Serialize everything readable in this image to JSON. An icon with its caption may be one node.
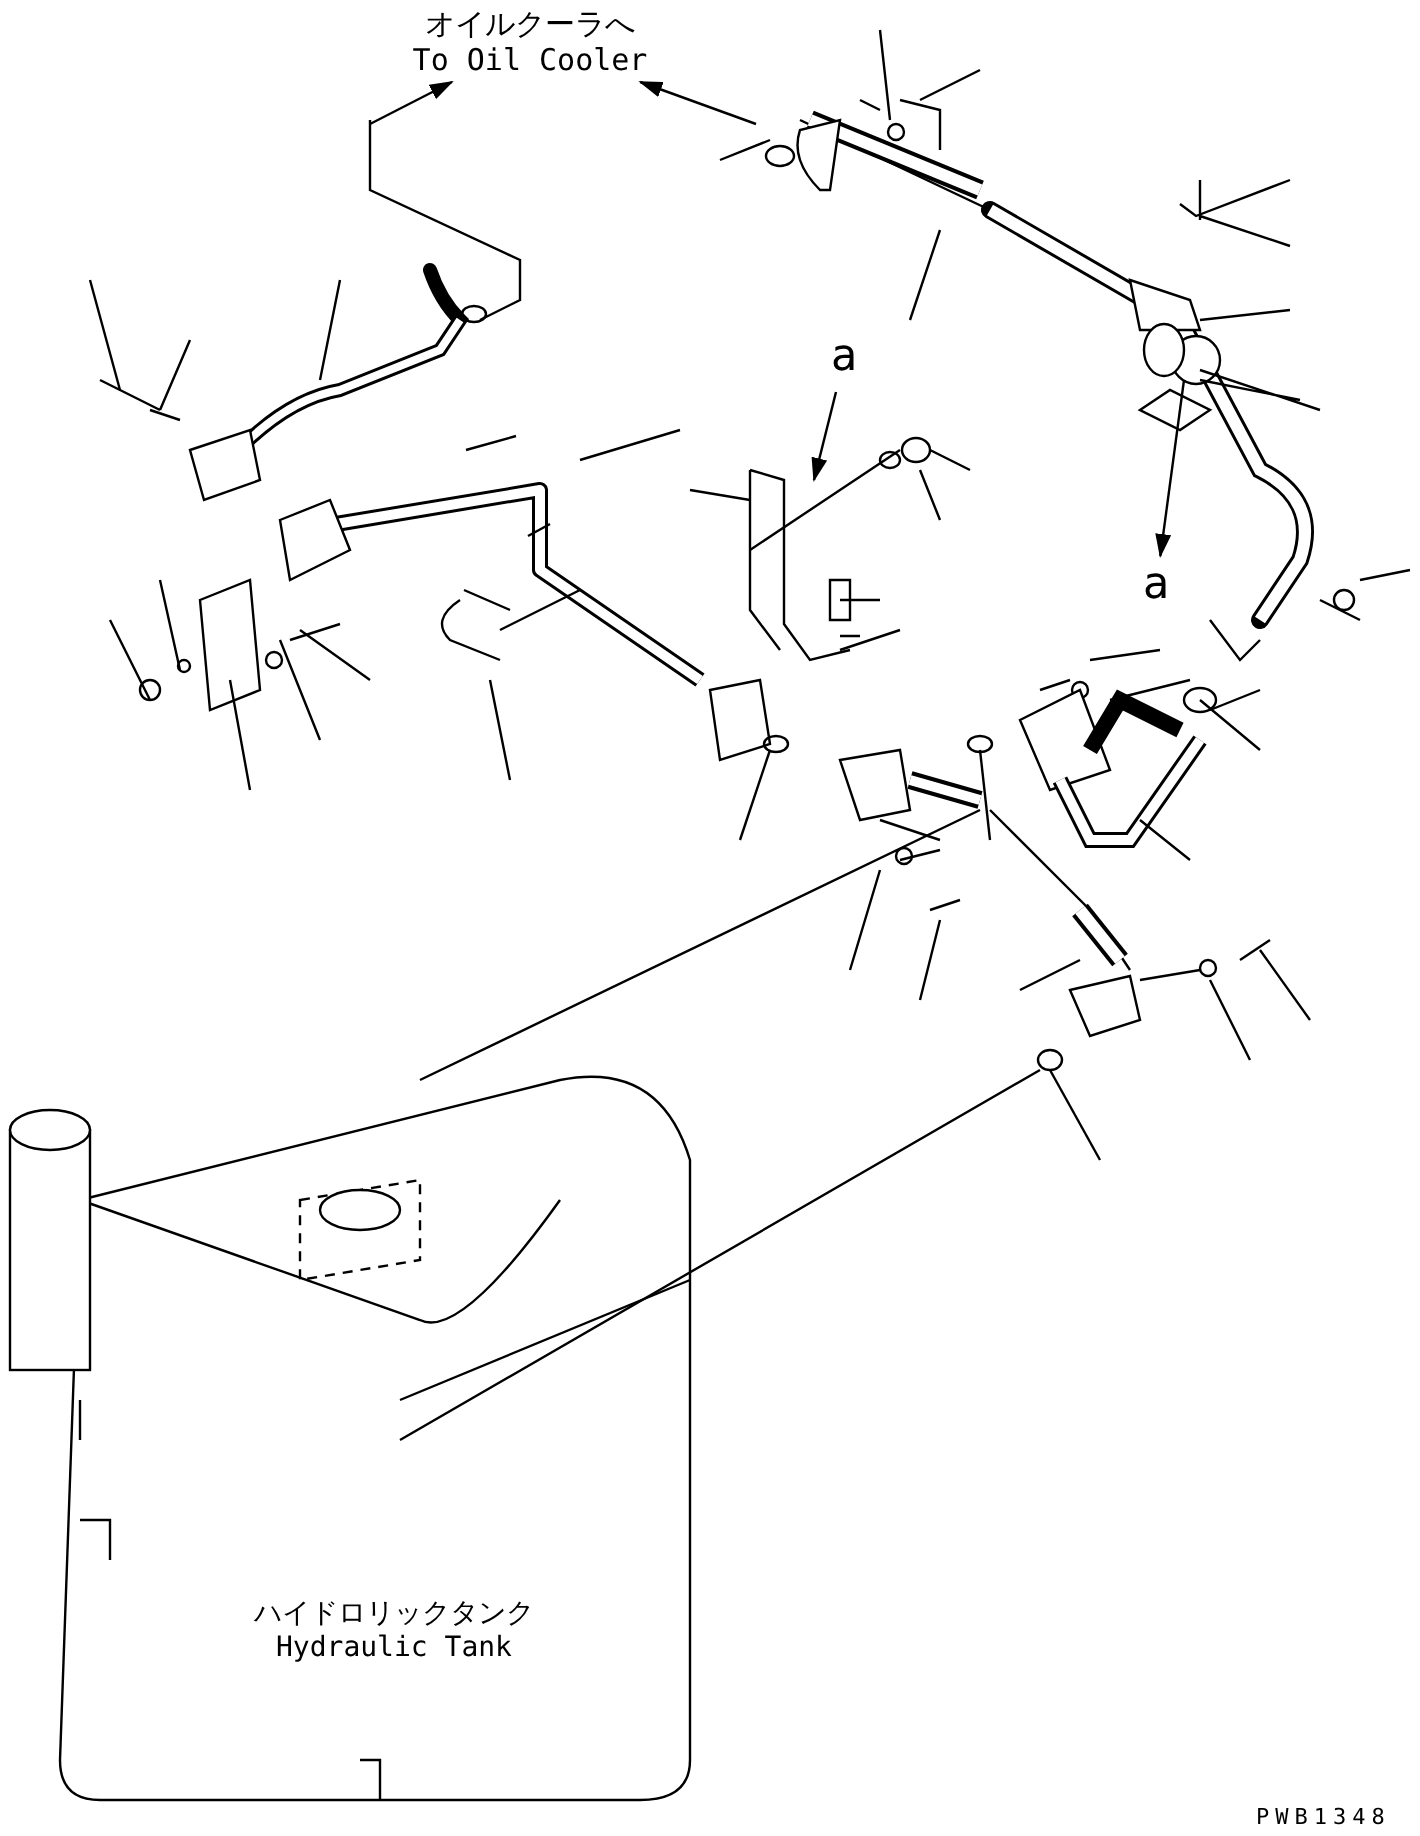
{
  "diagram": {
    "nodes": [
      {
        "text": [
          "オイルクーラへ",
          "To Oil Cooler"
        ]
      },
      {
        "text": [
          "a"
        ]
      },
      {
        "text": [
          "a"
        ]
      }
    ],
    "edges": [
      {
        "from": null,
        "to": 0,
        "arrow": "to"
      },
      {
        "from": null,
        "to": 0,
        "arrow": "to"
      },
      {
        "from": 1,
        "to": null,
        "arrow": "to"
      },
      {
        "from": null,
        "to": 2,
        "arrow": "to"
      }
    ],
    "labels": [
      "ハイドロリックタンク",
      "Hydraulic Tank",
      "PWB1348"
    ]
  }
}
